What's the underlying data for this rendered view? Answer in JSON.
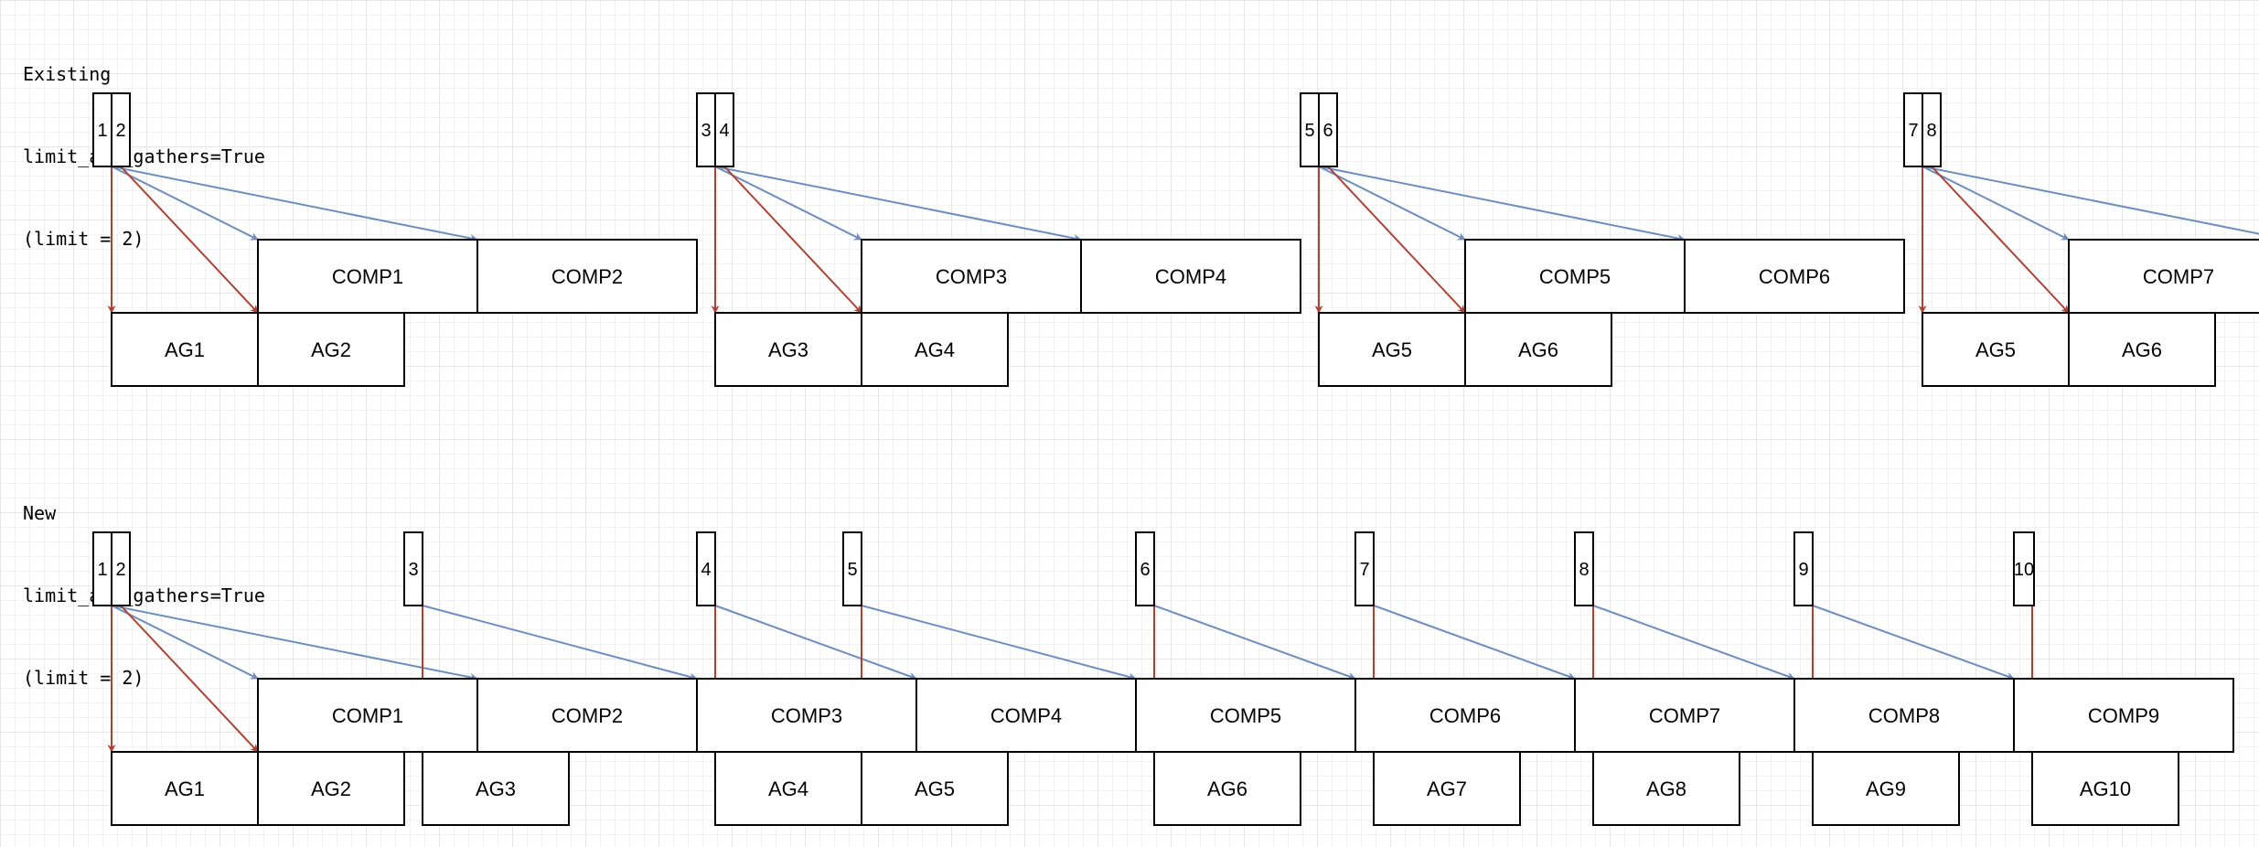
{
  "colors": {
    "blue_arrow": "#6c8ebf",
    "red_arrow": "#ae4132",
    "box_stroke": "#000000",
    "box_fill": "#ffffff"
  },
  "existing": {
    "heading": [
      "Existing",
      "limit_all_gathers=True",
      "(limit = 2)"
    ],
    "markers": [
      "1",
      "2",
      "3",
      "4",
      "5",
      "6",
      "7",
      "8"
    ],
    "comps": [
      "COMP1",
      "COMP2",
      "COMP3",
      "COMP4",
      "COMP5",
      "COMP6",
      "COMP7"
    ],
    "ags": [
      "AG1",
      "AG2",
      "AG3",
      "AG4",
      "AG5",
      "AG6",
      "AG5",
      "AG6"
    ]
  },
  "new": {
    "heading": [
      "New",
      "limit_all_gathers=True",
      "(limit = 2)"
    ],
    "markers": [
      "1",
      "2",
      "3",
      "4",
      "5",
      "6",
      "7",
      "8",
      "9",
      "10"
    ],
    "comps": [
      "COMP1",
      "COMP2",
      "COMP3",
      "COMP4",
      "COMP5",
      "COMP6",
      "COMP7",
      "COMP8",
      "COMP9"
    ],
    "ags": [
      "AG1",
      "AG2",
      "AG3",
      "AG4",
      "AG5",
      "AG6",
      "AG7",
      "AG8",
      "AG9",
      "AG10"
    ]
  }
}
